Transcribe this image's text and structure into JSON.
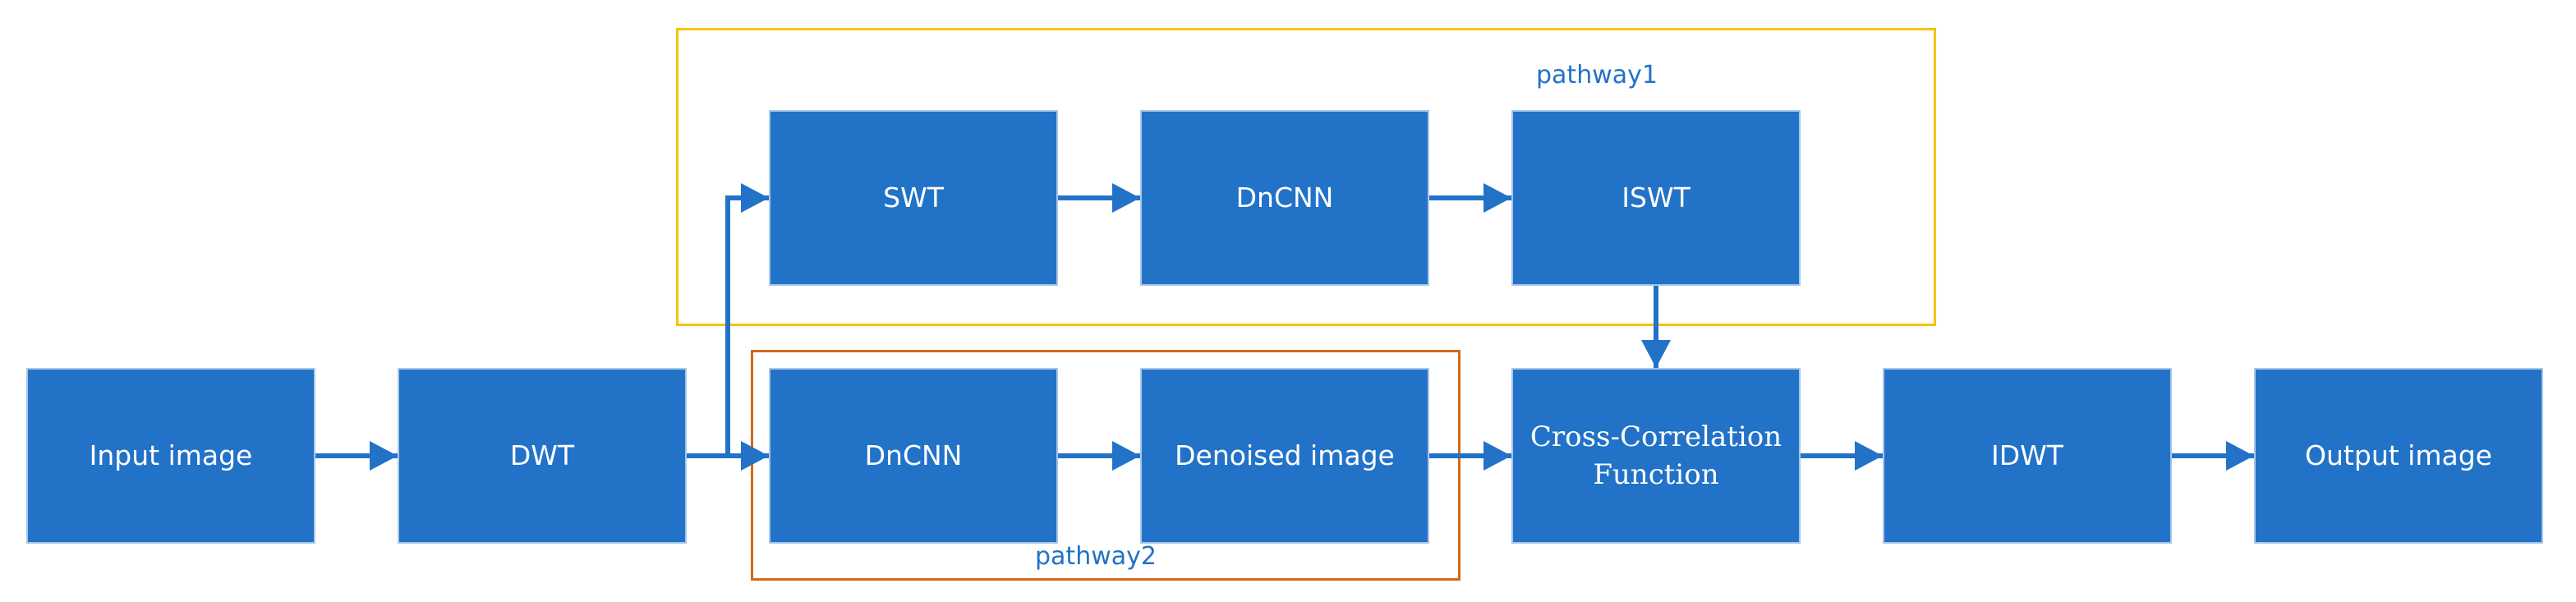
{
  "pathways": {
    "pathway1": "pathway1",
    "pathway2": "pathway2"
  },
  "blocks": {
    "input": "Input image",
    "dwt": "DWT",
    "swt": "SWT",
    "dncnn_top": "DnCNN",
    "iswt": "ISWT",
    "dncnn_bottom": "DnCNN",
    "denoised": "Denoised image",
    "ccf_line1": "Cross-Correlation",
    "ccf_line2": "Function",
    "idwt": "IDWT",
    "output": "Output image"
  },
  "colors": {
    "block_fill": "#2272c8",
    "arrow": "#2272c8",
    "pathway1_frame": "#f5c400",
    "pathway2_frame": "#d36a1a",
    "label_text": "#2272c8"
  }
}
